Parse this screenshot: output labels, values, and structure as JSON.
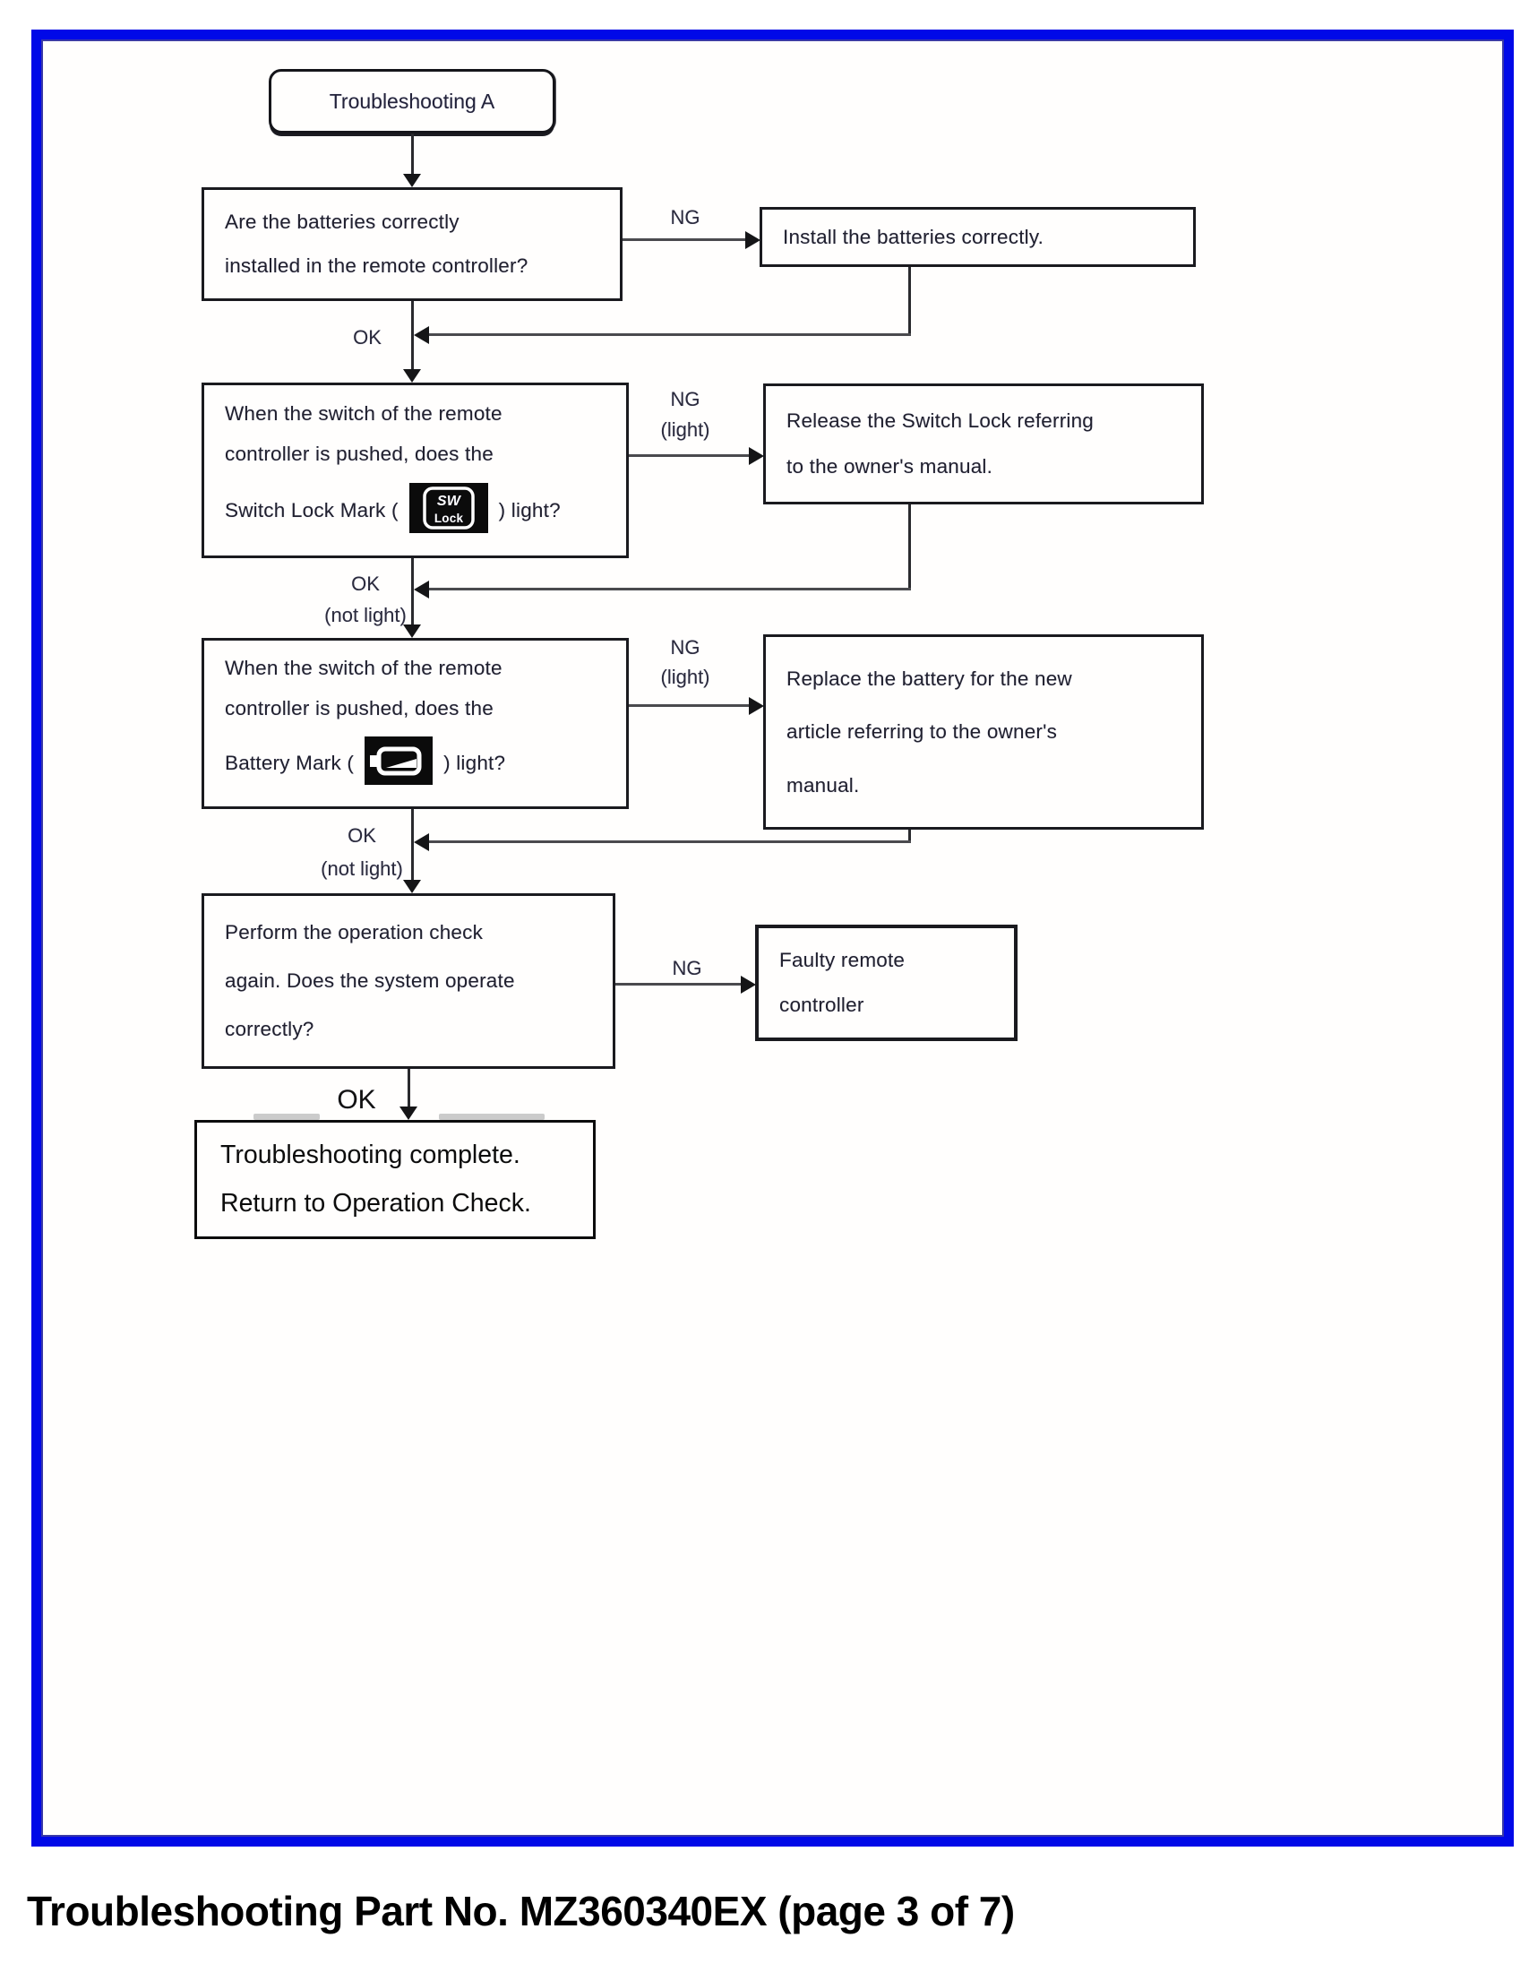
{
  "diagram": {
    "start": {
      "label": "Troubleshooting A"
    },
    "q1": {
      "line1": "Are the batteries correctly",
      "line2": "installed in the remote controller?"
    },
    "a1": {
      "line1": "Install the batteries correctly."
    },
    "q2": {
      "line1": "When the switch of the remote",
      "line2": "controller is pushed, does the",
      "line3_prefix": "Switch Lock Mark (",
      "line3_suffix": ") light?"
    },
    "a2": {
      "line1": "Release the Switch Lock referring",
      "line2": "to the owner's manual."
    },
    "q3": {
      "line1": "When the switch of the remote",
      "line2": "controller is pushed, does the",
      "line3_prefix": "Battery Mark (",
      "line3_suffix": ") light?"
    },
    "a3": {
      "line1": "Replace the battery for the new",
      "line2": "article referring to the owner's",
      "line3": "manual."
    },
    "q4": {
      "line1": "Perform the operation check",
      "line2": "again. Does the system operate",
      "line3": "correctly?"
    },
    "a4": {
      "line1": "Faulty remote",
      "line2": "controller"
    },
    "end": {
      "line1": "Troubleshooting complete.",
      "line2": "Return to Operation Check."
    },
    "labels": {
      "ng": "NG",
      "ok": "OK",
      "light": "(light)",
      "not_light": "(not light)"
    },
    "icons": {
      "sw_lock_line1": "SW",
      "sw_lock_line2": "Lock"
    },
    "colors": {
      "frame_blue": "#0009e8",
      "line": "#2a2a2e",
      "text": "#20202e"
    }
  },
  "footer": {
    "caption": "Troubleshooting Part No. MZ360340EX (page 3 of 7)"
  }
}
